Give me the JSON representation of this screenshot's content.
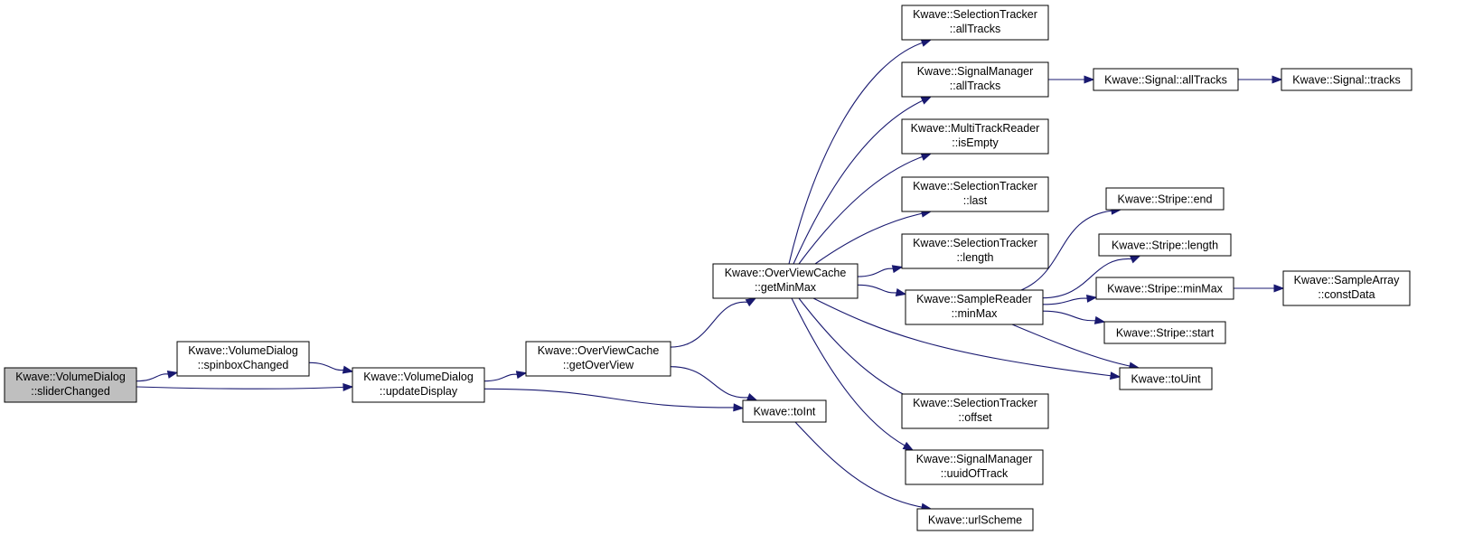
{
  "nodes": {
    "sliderChanged": {
      "l1": "Kwave::VolumeDialog",
      "l2": "::sliderChanged",
      "current": true
    },
    "spinboxChanged": {
      "l1": "Kwave::VolumeDialog",
      "l2": "::spinboxChanged"
    },
    "updateDisplay": {
      "l1": "Kwave::VolumeDialog",
      "l2": "::updateDisplay"
    },
    "getOverView": {
      "l1": "Kwave::OverViewCache",
      "l2": "::getOverView"
    },
    "getMinMax": {
      "l1": "Kwave::OverViewCache",
      "l2": "::getMinMax"
    },
    "toInt": {
      "l1": "Kwave::toInt"
    },
    "urlScheme": {
      "l1": "Kwave::urlScheme"
    },
    "selAllTracks": {
      "l1": "Kwave::SelectionTracker",
      "l2": "::allTracks"
    },
    "smAllTracks": {
      "l1": "Kwave::SignalManager",
      "l2": "::allTracks"
    },
    "isEmpty": {
      "l1": "Kwave::MultiTrackReader",
      "l2": "::isEmpty"
    },
    "selLast": {
      "l1": "Kwave::SelectionTracker",
      "l2": "::last"
    },
    "selLength": {
      "l1": "Kwave::SelectionTracker",
      "l2": "::length"
    },
    "srMinMax": {
      "l1": "Kwave::SampleReader",
      "l2": "::minMax"
    },
    "selOffset": {
      "l1": "Kwave::SelectionTracker",
      "l2": "::offset"
    },
    "uuidOfTrack": {
      "l1": "Kwave::SignalManager",
      "l2": "::uuidOfTrack"
    },
    "sigAllTracks": {
      "l1": "Kwave::Signal::allTracks"
    },
    "sigTracks": {
      "l1": "Kwave::Signal::tracks"
    },
    "stripeEnd": {
      "l1": "Kwave::Stripe::end"
    },
    "stripeLength": {
      "l1": "Kwave::Stripe::length"
    },
    "stripeMinMax": {
      "l1": "Kwave::Stripe::minMax"
    },
    "stripeStart": {
      "l1": "Kwave::Stripe::start"
    },
    "toUint": {
      "l1": "Kwave::toUint"
    },
    "constData": {
      "l1": "Kwave::SampleArray",
      "l2": "::constData"
    }
  },
  "edges": [
    [
      "sliderChanged",
      "spinboxChanged"
    ],
    [
      "sliderChanged",
      "updateDisplay"
    ],
    [
      "spinboxChanged",
      "updateDisplay"
    ],
    [
      "updateDisplay",
      "getOverView"
    ],
    [
      "updateDisplay",
      "toInt"
    ],
    [
      "getOverView",
      "getMinMax"
    ],
    [
      "getOverView",
      "toInt"
    ],
    [
      "toInt",
      "urlScheme"
    ],
    [
      "getMinMax",
      "selAllTracks"
    ],
    [
      "getMinMax",
      "smAllTracks"
    ],
    [
      "getMinMax",
      "isEmpty"
    ],
    [
      "getMinMax",
      "selLast"
    ],
    [
      "getMinMax",
      "selLength"
    ],
    [
      "getMinMax",
      "srMinMax"
    ],
    [
      "getMinMax",
      "toUint"
    ],
    [
      "getMinMax",
      "selOffset"
    ],
    [
      "getMinMax",
      "uuidOfTrack"
    ],
    [
      "smAllTracks",
      "sigAllTracks"
    ],
    [
      "sigAllTracks",
      "sigTracks"
    ],
    [
      "srMinMax",
      "stripeEnd"
    ],
    [
      "srMinMax",
      "stripeLength"
    ],
    [
      "srMinMax",
      "stripeMinMax"
    ],
    [
      "srMinMax",
      "stripeStart"
    ],
    [
      "srMinMax",
      "toUint"
    ],
    [
      "stripeMinMax",
      "constData"
    ]
  ]
}
